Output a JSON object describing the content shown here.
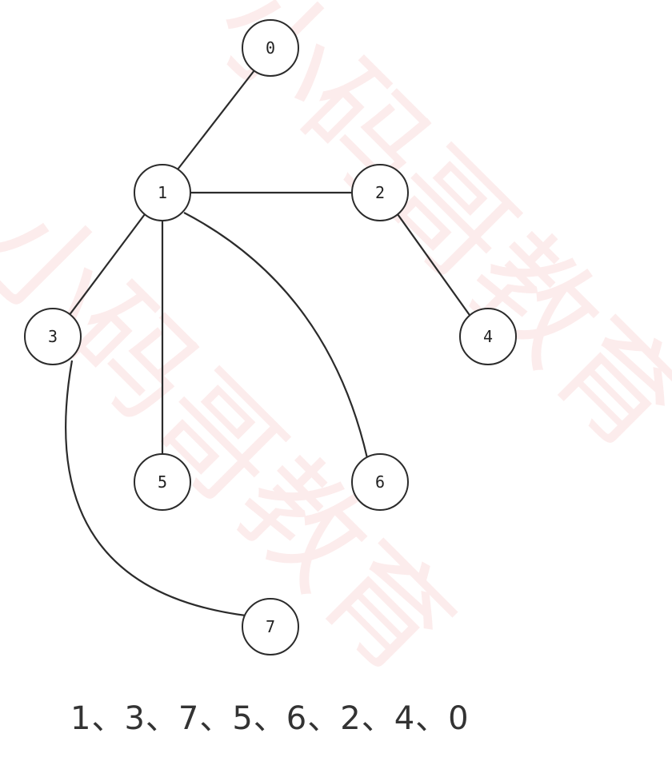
{
  "watermark": {
    "text": "小码哥教育"
  },
  "graph": {
    "nodes": [
      {
        "id": "0",
        "label": "0"
      },
      {
        "id": "1",
        "label": "1"
      },
      {
        "id": "2",
        "label": "2"
      },
      {
        "id": "3",
        "label": "3"
      },
      {
        "id": "4",
        "label": "4"
      },
      {
        "id": "5",
        "label": "5"
      },
      {
        "id": "6",
        "label": "6"
      },
      {
        "id": "7",
        "label": "7"
      }
    ],
    "edges": [
      {
        "from": "1",
        "to": "0"
      },
      {
        "from": "1",
        "to": "2"
      },
      {
        "from": "2",
        "to": "4"
      },
      {
        "from": "1",
        "to": "3"
      },
      {
        "from": "1",
        "to": "5"
      },
      {
        "from": "1",
        "to": "6"
      },
      {
        "from": "3",
        "to": "7"
      }
    ]
  },
  "traversal_order": "1、3、7、5、6、2、4、0"
}
